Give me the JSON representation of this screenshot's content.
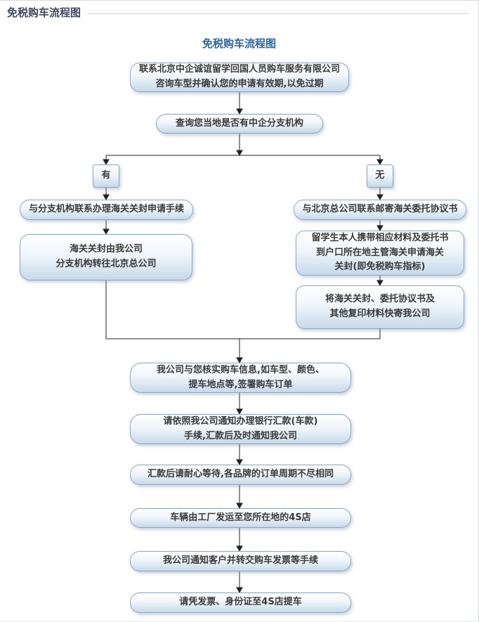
{
  "page": {
    "header_title": "免税购车流程图",
    "diagram_title": "免税购车流程图"
  },
  "colors": {
    "header_text": "#3e4a62",
    "diagram_title_blue": "#2a66a5",
    "node_border": "#8ba6c2",
    "node_fill_top": "#ffffff",
    "node_fill_bottom": "#c7d9ea",
    "node_text": "#3a3a3a",
    "connector": "#222222",
    "header_rule": "#d2d2d2"
  },
  "flowchart": {
    "nodes": {
      "contact": {
        "lines": [
          "联系北京中企诚谊留学回国人员购车服务有限公司",
          "咨询车型并确认您的申请有效期,以免过期"
        ]
      },
      "check_local": {
        "lines": [
          "查询您当地是否有中企分支机构"
        ]
      },
      "has_branch": {
        "lines": [
          "有"
        ]
      },
      "no_branch": {
        "lines": [
          "无"
        ]
      },
      "branch_apply_seal": {
        "lines": [
          "与分支机构联系办理海关关封申请手续"
        ]
      },
      "seal_forwarded": {
        "lines": [
          "海关关封由我公司",
          "分支机构转往北京总公司"
        ]
      },
      "hq_mail_agreement": {
        "lines": [
          "与北京总公司联系邮寄海关委托协议书"
        ]
      },
      "student_apply_customs": {
        "lines": [
          "留学生本人携带相应材料及委托书",
          "到户口所在地主管海关申请海关",
          "关封(即免税购车指标)"
        ]
      },
      "mail_materials": {
        "lines": [
          "将海关关封、委托协议书及",
          "其他复印材料快寄我公司"
        ]
      },
      "confirm_order": {
        "lines": [
          "我公司与您核实购车信息,如车型、颜色、",
          "提车地点等,签署购车订单"
        ]
      },
      "bank_remittance": {
        "lines": [
          "请依照我公司通知办理银行汇款(车款)",
          "手续,汇款后及时通知我公司"
        ]
      },
      "wait_order_cycle": {
        "lines": [
          "汇款后请耐心等待,各品牌的订单周期不尽相同"
        ]
      },
      "car_shipped": {
        "lines": [
          "车辆由工厂发运至您所在地的4S店"
        ]
      },
      "notify_invoice": {
        "lines": [
          "我公司通知客户并转交购车发票等手续"
        ]
      },
      "pickup_car": {
        "lines": [
          "请凭发票、身份证至4S店提车"
        ]
      }
    },
    "edges": [
      {
        "from": "contact",
        "to": "check_local"
      },
      {
        "from": "check_local",
        "to": "has_branch"
      },
      {
        "from": "check_local",
        "to": "no_branch"
      },
      {
        "from": "has_branch",
        "to": "branch_apply_seal"
      },
      {
        "from": "branch_apply_seal",
        "to": "seal_forwarded"
      },
      {
        "from": "seal_forwarded",
        "to": "confirm_order"
      },
      {
        "from": "no_branch",
        "to": "hq_mail_agreement"
      },
      {
        "from": "hq_mail_agreement",
        "to": "student_apply_customs"
      },
      {
        "from": "student_apply_customs",
        "to": "mail_materials"
      },
      {
        "from": "mail_materials",
        "to": "confirm_order"
      },
      {
        "from": "confirm_order",
        "to": "bank_remittance"
      },
      {
        "from": "bank_remittance",
        "to": "wait_order_cycle"
      },
      {
        "from": "wait_order_cycle",
        "to": "car_shipped"
      },
      {
        "from": "car_shipped",
        "to": "notify_invoice"
      },
      {
        "from": "notify_invoice",
        "to": "pickup_car"
      }
    ]
  }
}
